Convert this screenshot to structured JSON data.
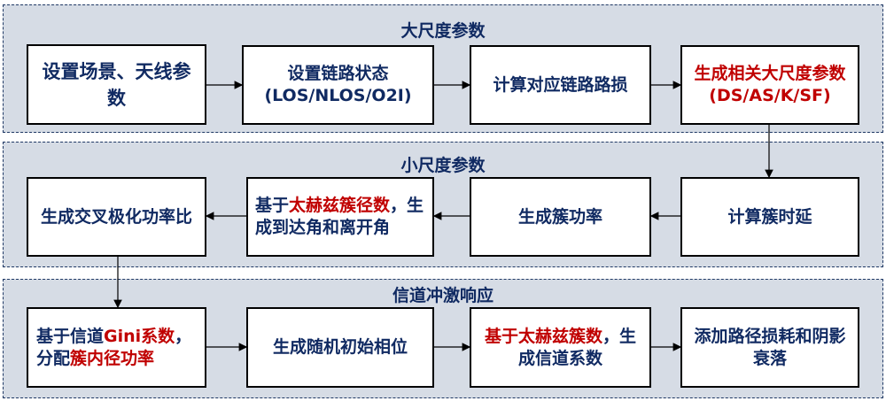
{
  "colors": {
    "panel_bg": "#d6dce5",
    "text": "#102a62",
    "highlight": "#c00000",
    "border": "#1f3864"
  },
  "panels": [
    {
      "title": "大尺度参数"
    },
    {
      "title": "小尺度参数"
    },
    {
      "title": "信道冲激响应"
    }
  ],
  "large_scale": {
    "b1": "设置场景、天线参数",
    "b2_l1": "设置链路状态",
    "b2_l2": "(LOS/NLOS/O2I)",
    "b3": "计算对应链路路损",
    "b4_l1": "生成相关大尺度参数",
    "b4_l2": "(DS/AS/K/SF)"
  },
  "small_scale": {
    "b1": "生成交叉极化功率比",
    "b2_a": "基于",
    "b2_b": "太赫兹簇径数",
    "b2_c": "，生成到达角和离开角",
    "b3": "生成簇功率",
    "b4": "计算簇时延"
  },
  "impulse": {
    "b1_a": "基于信道",
    "b1_b": "Gini系数",
    "b1_c": "，分配",
    "b1_d": "簇内径功率",
    "b2": "生成随机初始相位",
    "b3_a": "基于太赫兹簇数",
    "b3_b": "，生成信道系数",
    "b4": "添加路径损耗和阴影衰落"
  }
}
